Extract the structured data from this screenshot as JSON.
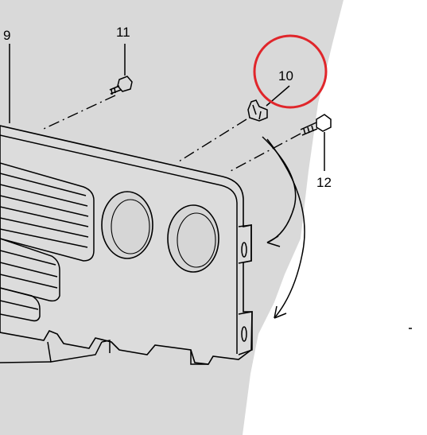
{
  "diagram": {
    "callouts": [
      {
        "id": "9",
        "label": "9"
      },
      {
        "id": "10",
        "label": "10"
      },
      {
        "id": "11",
        "label": "11"
      },
      {
        "id": "12",
        "label": "12"
      }
    ],
    "highlight_color": "#e0262b",
    "shade_color": "#d9d9d9"
  }
}
